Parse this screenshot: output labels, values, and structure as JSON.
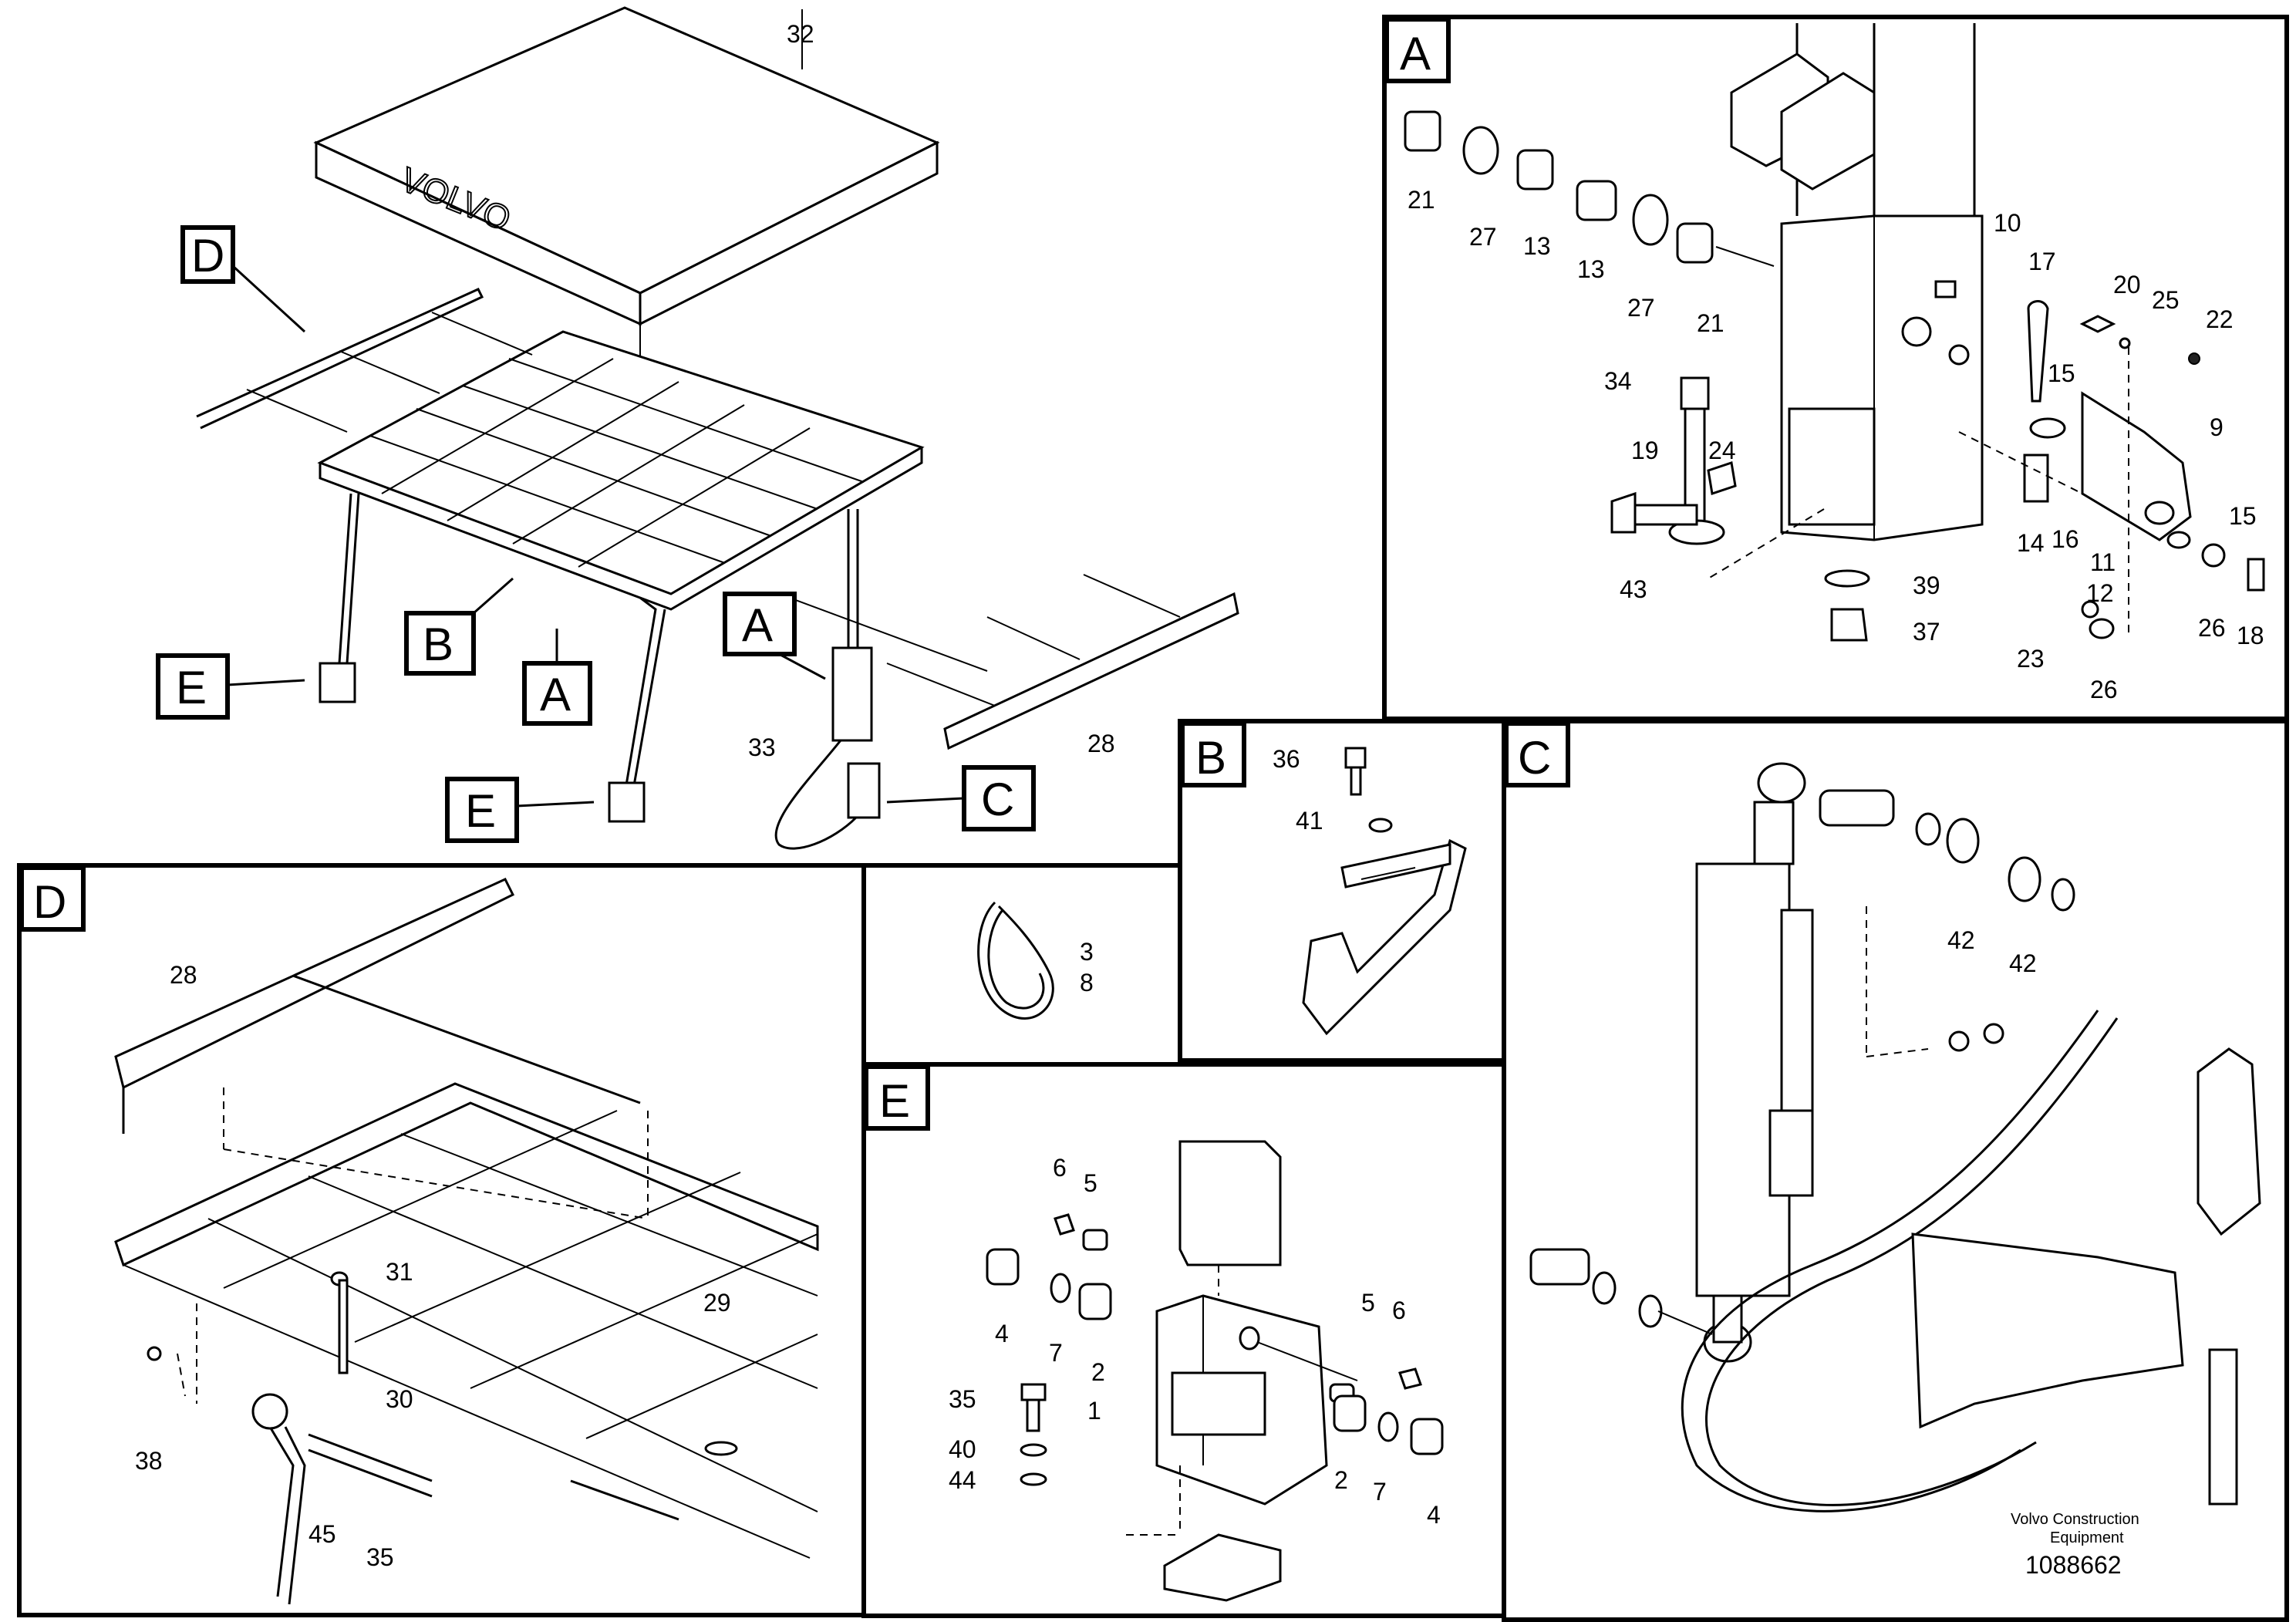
{
  "overview": {
    "brand_text": "VOLVO",
    "callouts": {
      "D": "D",
      "B": "B",
      "A": "A",
      "E1": "E",
      "E2": "E",
      "C": "C",
      "A2": "A"
    },
    "labels": {
      "p32": "32",
      "p28": "28",
      "p33": "33"
    }
  },
  "panel_A": {
    "title": "A",
    "labels": {
      "p21a": "21",
      "p27a": "27",
      "p13a": "13",
      "p13b": "13",
      "p27b": "27",
      "p21b": "21",
      "p10": "10",
      "p17": "17",
      "p20": "20",
      "p25": "25",
      "p22": "22",
      "p34": "34",
      "p24": "24",
      "p19": "19",
      "p15a": "15",
      "p9": "9",
      "p15b": "15",
      "p14": "14",
      "p16": "16",
      "p11": "11",
      "p43": "43",
      "p39": "39",
      "p37": "37",
      "p12": "12",
      "p23": "23",
      "p26a": "26",
      "p26b": "26",
      "p18": "18"
    }
  },
  "panel_B": {
    "title": "B",
    "labels": {
      "p36": "36",
      "p41": "41"
    }
  },
  "panel_C": {
    "title": "C",
    "labels": {
      "p42a": "42",
      "p42b": "42"
    },
    "footer": {
      "company_line1": "Volvo Construction",
      "company_line2": "Equipment",
      "drawing_number": "1088662"
    }
  },
  "panel_D": {
    "title": "D",
    "labels": {
      "p28": "28",
      "p31": "31",
      "p29": "29",
      "p30": "30",
      "p38": "38",
      "p45": "45",
      "p35": "35"
    }
  },
  "panel_strap": {
    "labels": {
      "p3": "3",
      "p8": "8"
    }
  },
  "panel_E": {
    "title": "E",
    "labels": {
      "p6a": "6",
      "p5a": "5",
      "p4a": "4",
      "p7a": "7",
      "p2a": "2",
      "p5b": "5",
      "p6b": "6",
      "p35": "35",
      "p1": "1",
      "p40": "40",
      "p44": "44",
      "p2b": "2",
      "p7b": "7",
      "p4b": "4"
    }
  }
}
